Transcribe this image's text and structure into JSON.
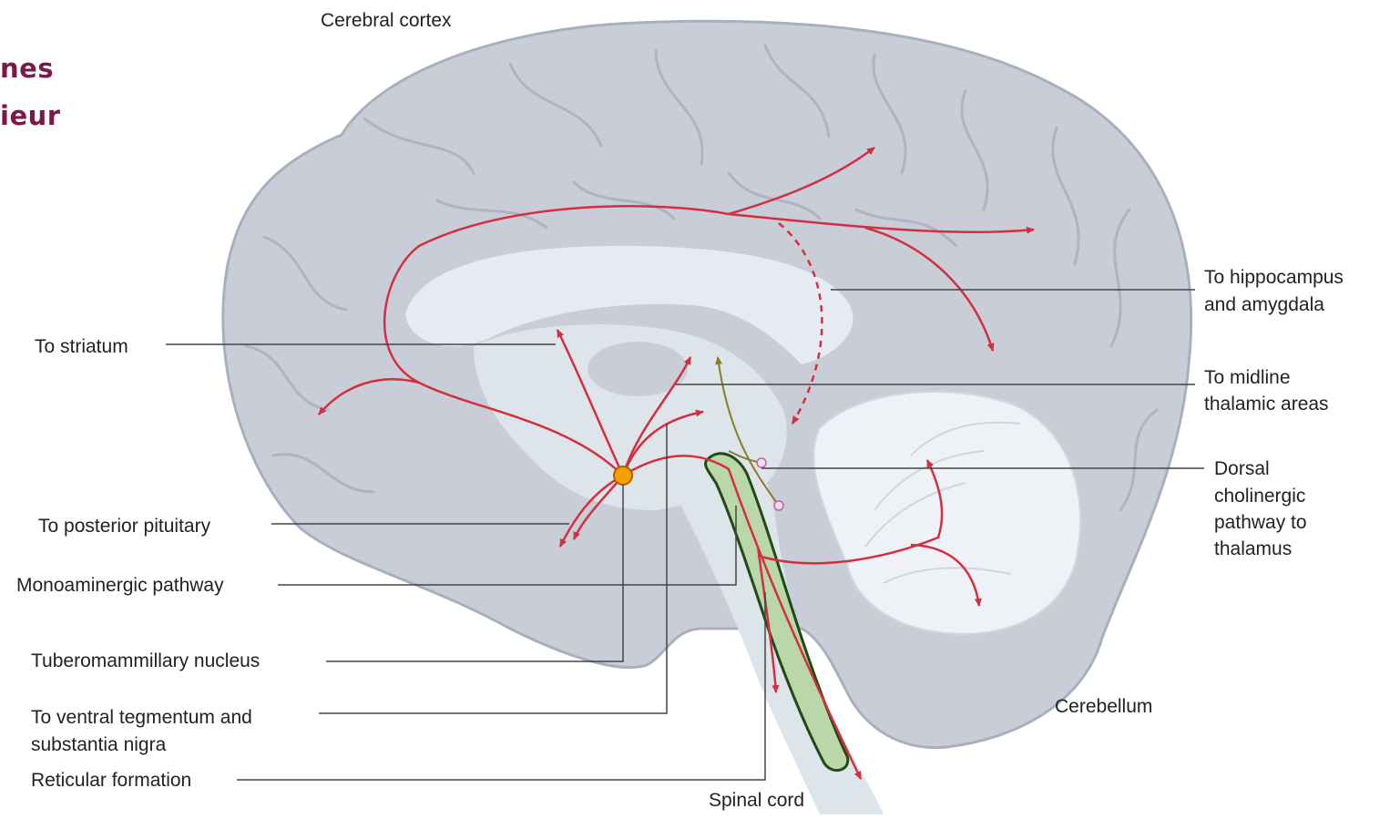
{
  "colors": {
    "heading": "#7a1a4a",
    "brain_fill": "#c9cdd8",
    "brain_outline": "#a9afbd",
    "white_matter": "#e5ebf0",
    "monoamine_pathway": "#d32f3f",
    "cholinergic_pathway": "#8a7a2a",
    "nucleus": "#f5a000",
    "reticular_formation": "#b9d7a8",
    "leader_line": "#444444"
  },
  "heading": {
    "line1": "nes",
    "line2": "ieur"
  },
  "labels": {
    "cerebral_cortex": "Cerebral cortex",
    "hippocampus_1": "To hippocampus",
    "hippocampus_2": "and amygdala",
    "midline_1": "To midline",
    "midline_2": "thalamic areas",
    "dorsal_1": "Dorsal",
    "dorsal_2": "cholinergic",
    "dorsal_3": "pathway to",
    "dorsal_4": "thalamus",
    "striatum": "To striatum",
    "posterior_pituitary": "To posterior pituitary",
    "monoaminergic": "Monoaminergic pathway",
    "tuberomammillary": "Tuberomammillary nucleus",
    "ventral_1": "To ventral tegmentum and",
    "ventral_2": "substantia nigra",
    "reticular": "Reticular formation",
    "cerebellum": "Cerebellum",
    "spinal_cord": "Spinal cord"
  }
}
